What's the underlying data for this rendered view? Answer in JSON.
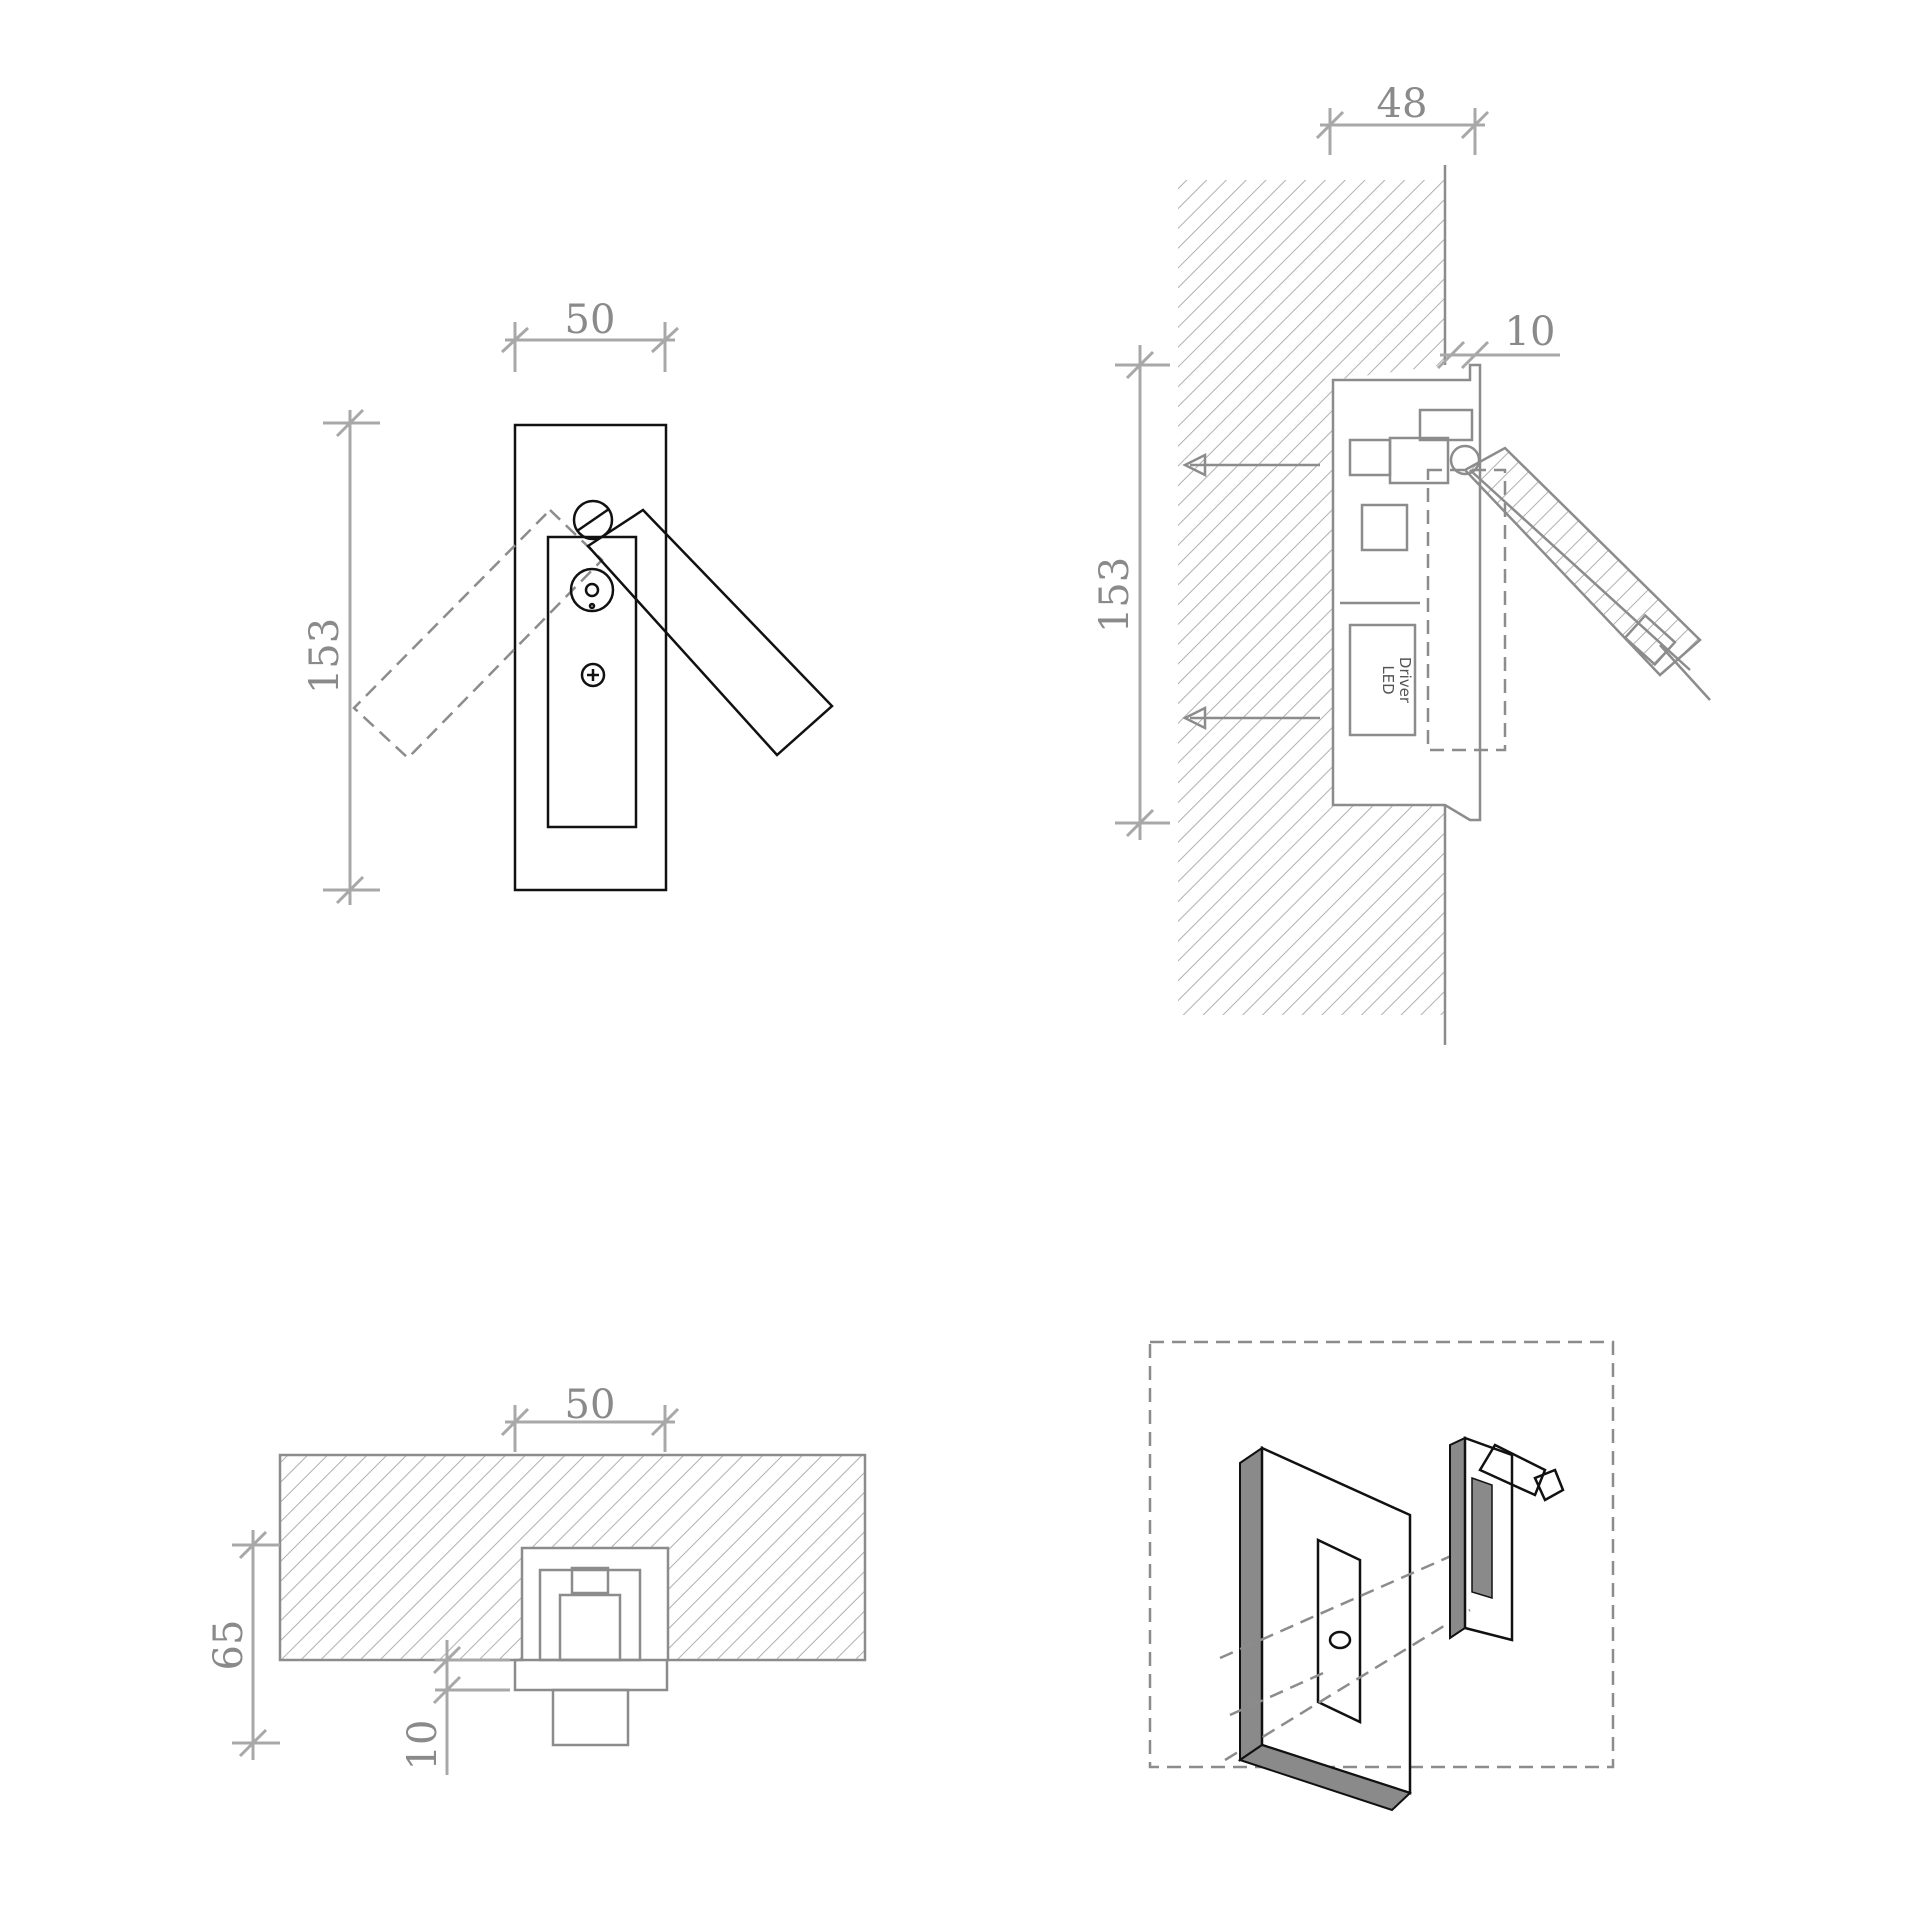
{
  "views": {
    "front": {
      "width_label": "50",
      "height_label": "153"
    },
    "side": {
      "depth_label": "48",
      "projection_label": "10",
      "height_label": "153",
      "driver_label_line1": "LED",
      "driver_label_line2": "Driver"
    },
    "top": {
      "width_label": "50",
      "depth_label": "65",
      "projection_label": "10"
    },
    "isometric": {}
  },
  "colors": {
    "line": "#111111",
    "gray_line": "#8c8c8c",
    "dimension": "#a8a8a8"
  }
}
